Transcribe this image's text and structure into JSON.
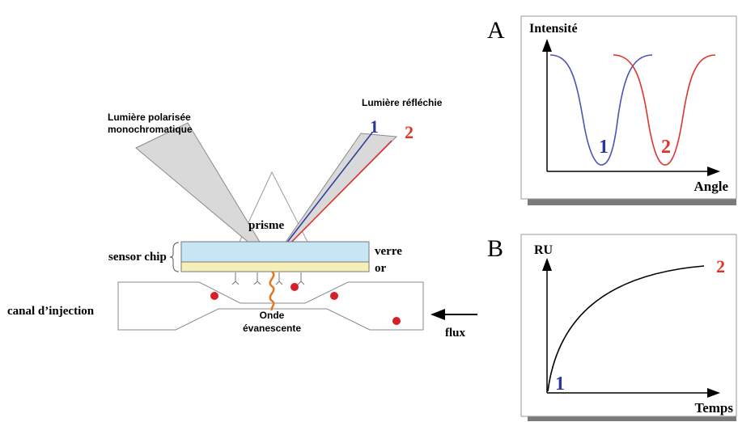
{
  "diagram": {
    "labels": {
      "incident_light": [
        "Lumière polarisée",
        "monochromatique"
      ],
      "reflected_light": "Lumière réfléchie",
      "prism": "prisme",
      "sensor_chip": "sensor chip",
      "glass": "verre",
      "gold": "or",
      "channel": "canal d’injection",
      "wave": [
        "Onde",
        "évanescente"
      ],
      "flow": "flux",
      "beam1": "1",
      "beam2": "2"
    },
    "colors": {
      "blue": "#2b3a9a",
      "red": "#e0332b",
      "glass": "#c7e6f4",
      "gold": "#f6f0b8",
      "cone": "#d9d9d9",
      "wave": "#e87722",
      "molecule": "#d61f26"
    }
  },
  "panel_a": {
    "letter": "A",
    "ylabel": "Intensité",
    "xlabel": "Angle",
    "curve1_label": "1",
    "curve2_label": "2"
  },
  "panel_b": {
    "letter": "B",
    "ylabel": "RU",
    "xlabel": "Temps",
    "start_label": "1",
    "end_label": "2"
  }
}
